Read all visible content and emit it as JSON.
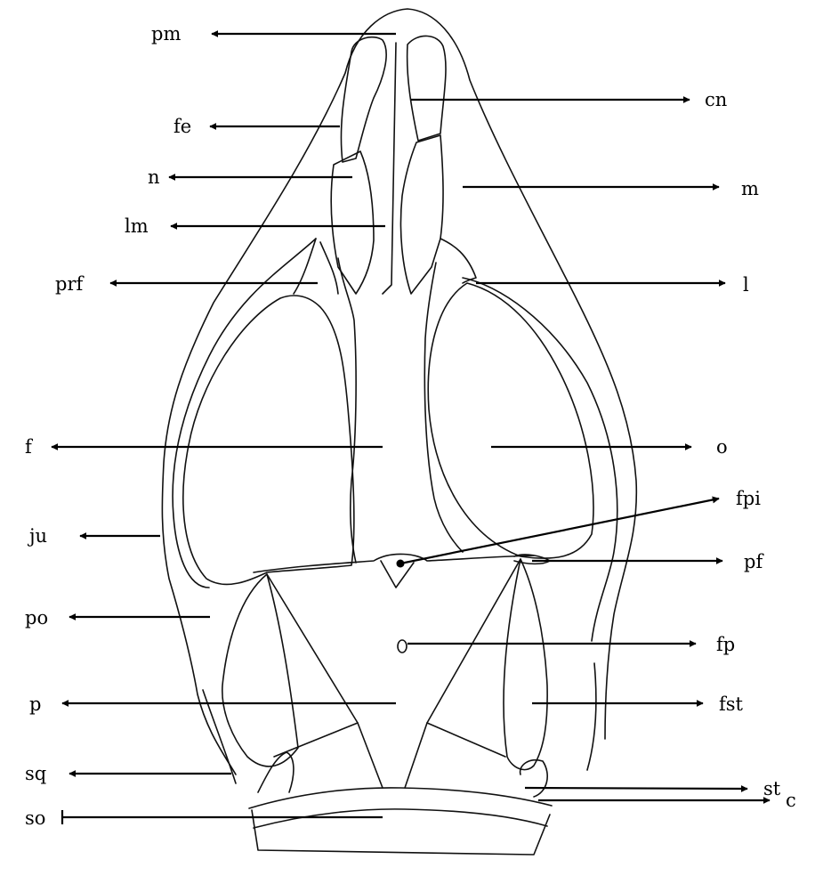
{
  "labels": {
    "pm": "pm",
    "cn": "cn",
    "fe": "fe",
    "n": "n",
    "m": "m",
    "lm": "lm",
    "prf": "prf",
    "l": "l",
    "f": "f",
    "o": "o",
    "fpi": "fpi",
    "ju": "ju",
    "pf": "pf",
    "po": "po",
    "fp": "fp",
    "p": "p",
    "fst": "fst",
    "sq": "sq",
    "st": "st",
    "so": "so",
    "c": "c"
  },
  "colors": {
    "line": "#111111",
    "arrow": "#000000",
    "background": "#ffffff"
  }
}
